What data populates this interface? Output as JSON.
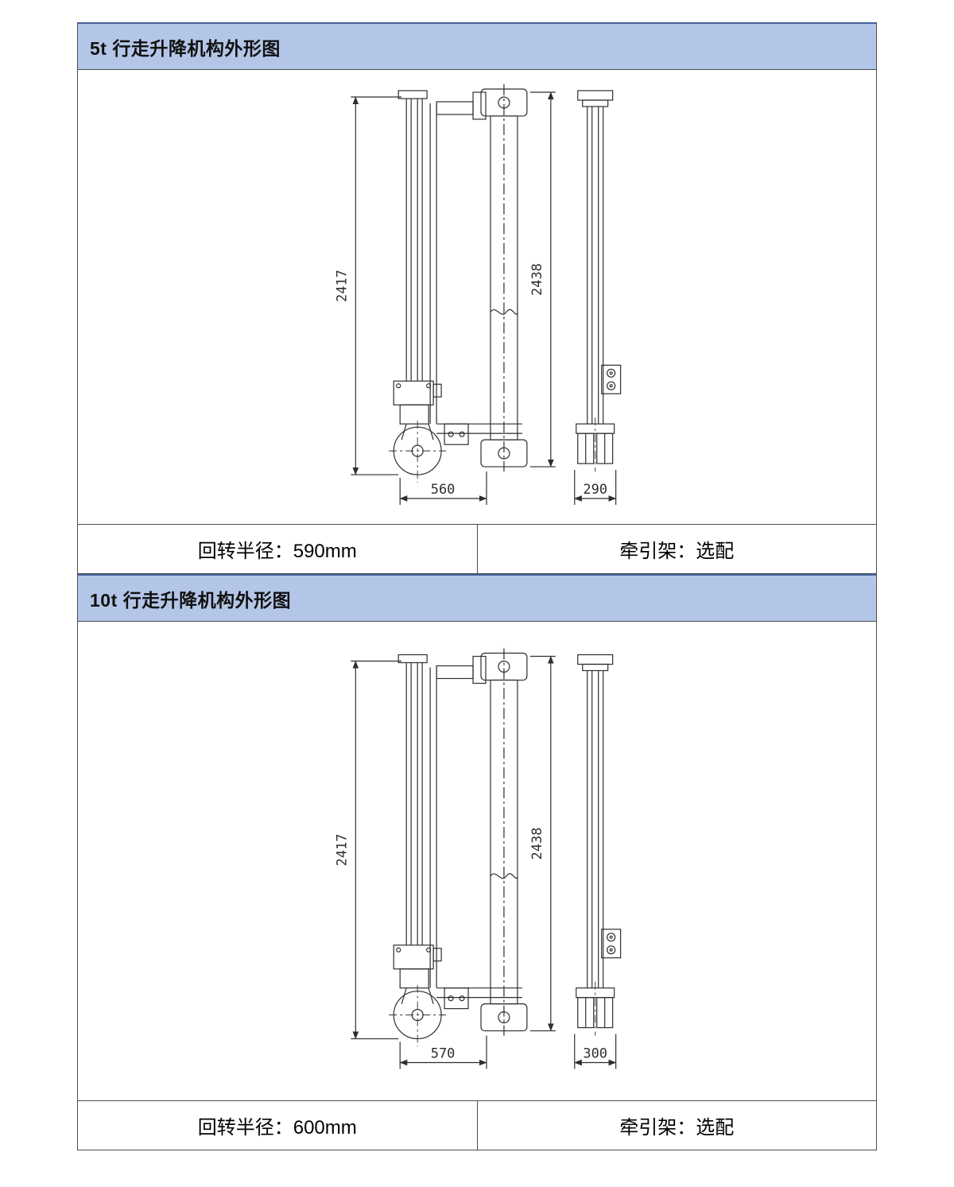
{
  "document": {
    "sections": [
      {
        "title": "5t 行走升降机构外形图",
        "dims": {
          "front_height": "2417",
          "beam_height": "2438",
          "front_width": "560",
          "side_width": "290"
        },
        "info_left": "回转半径：590mm",
        "info_right": "牵引架：选配"
      },
      {
        "title": "10t 行走升降机构外形图",
        "dims": {
          "front_height": "2417",
          "beam_height": "2438",
          "front_width": "570",
          "side_width": "300"
        },
        "info_left": "回转半径：600mm",
        "info_right": "牵引架：选配"
      }
    ],
    "colors": {
      "header_bg": "#b4c6e7",
      "header_accent": "#44619b",
      "border": "#4d4d4d",
      "line": "#2e2e2e"
    }
  }
}
